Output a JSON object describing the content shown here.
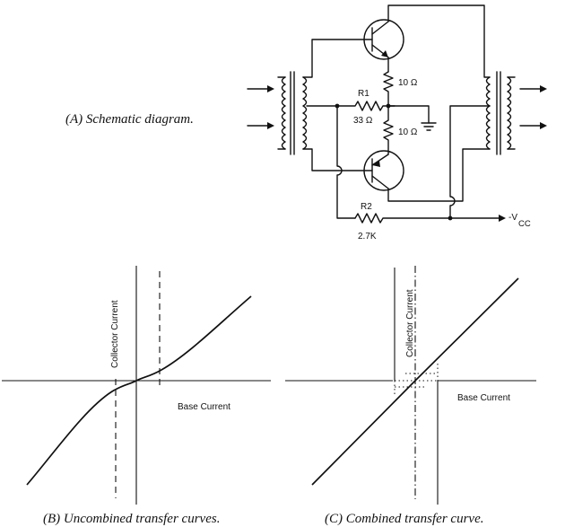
{
  "schematic": {
    "caption": "(A) Schematic diagram.",
    "r1_name": "R1",
    "r1_value": "33 Ω",
    "r2_name": "R2",
    "r2_value": "2.7K",
    "upper_emitter_resistor": "10 Ω",
    "lower_emitter_resistor": "10 Ω",
    "supply_label": "-V",
    "supply_subscript": "CC",
    "icons": [
      "npn-transistor-icon",
      "transformer-icon",
      "resistor-icon",
      "ground-icon",
      "arrow-icon"
    ]
  },
  "uncombined_plot": {
    "caption": "(B) Uncombined transfer curves.",
    "ylabel": "Collector Current",
    "xlabel": "Base Current"
  },
  "combined_plot": {
    "caption": "(C) Combined transfer curve.",
    "ylabel": "Collector Current",
    "xlabel": "Base Current"
  }
}
